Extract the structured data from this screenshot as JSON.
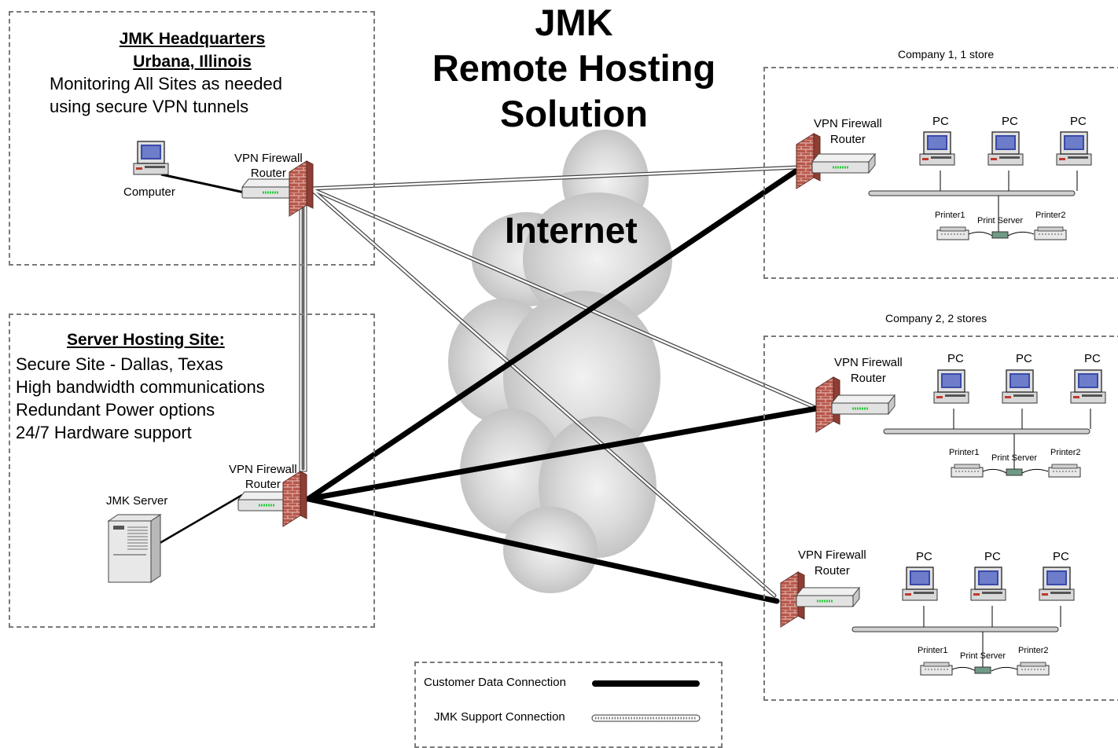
{
  "title": {
    "line1": "JMK",
    "line2": "Remote Hosting",
    "line3": "Solution"
  },
  "internet_label": "Internet",
  "hq": {
    "heading1": "JMK Headquarters",
    "heading2": "Urbana, Illinois",
    "desc1": "Monitoring All Sites as needed",
    "desc2": "using secure VPN tunnels",
    "computer_label": "Computer",
    "router_label1": "VPN Firewall",
    "router_label2": "Router"
  },
  "hosting": {
    "heading": "Server Hosting Site:",
    "line1": "Secure Site - Dallas, Texas",
    "line2": "High bandwidth communications",
    "line3": "Redundant Power options",
    "line4": "24/7 Hardware support",
    "server_label": "JMK Server",
    "router_label1": "VPN Firewall",
    "router_label2": "Router"
  },
  "company1": {
    "title": "Company 1,  1 store",
    "router_label1": "VPN Firewall",
    "router_label2": "Router",
    "pc1": "PC",
    "pc2": "PC",
    "pc3": "PC",
    "printer1": "Printer1",
    "print_server": "Print Server",
    "printer2": "Printer2"
  },
  "company2": {
    "title": "Company 2,  2 stores",
    "store1": {
      "router_label1": "VPN Firewall",
      "router_label2": "Router",
      "pc1": "PC",
      "pc2": "PC",
      "pc3": "PC",
      "printer1": "Printer1",
      "print_server": "Print Server",
      "printer2": "Printer2"
    },
    "store2": {
      "router_label1": "VPN Firewall",
      "router_label2": "Router",
      "pc1": "PC",
      "pc2": "PC",
      "pc3": "PC",
      "printer1": "Printer1",
      "print_server": "Print Server",
      "printer2": "Printer2"
    }
  },
  "legend": {
    "customer": "Customer Data Connection",
    "support": "JMK Support Connection"
  },
  "colors": {
    "box_border": "#7a7a7a",
    "firewall_brick": "#b5534a",
    "monitor_screen": "#3a4aa8",
    "cloud": "#d0d0d0"
  }
}
